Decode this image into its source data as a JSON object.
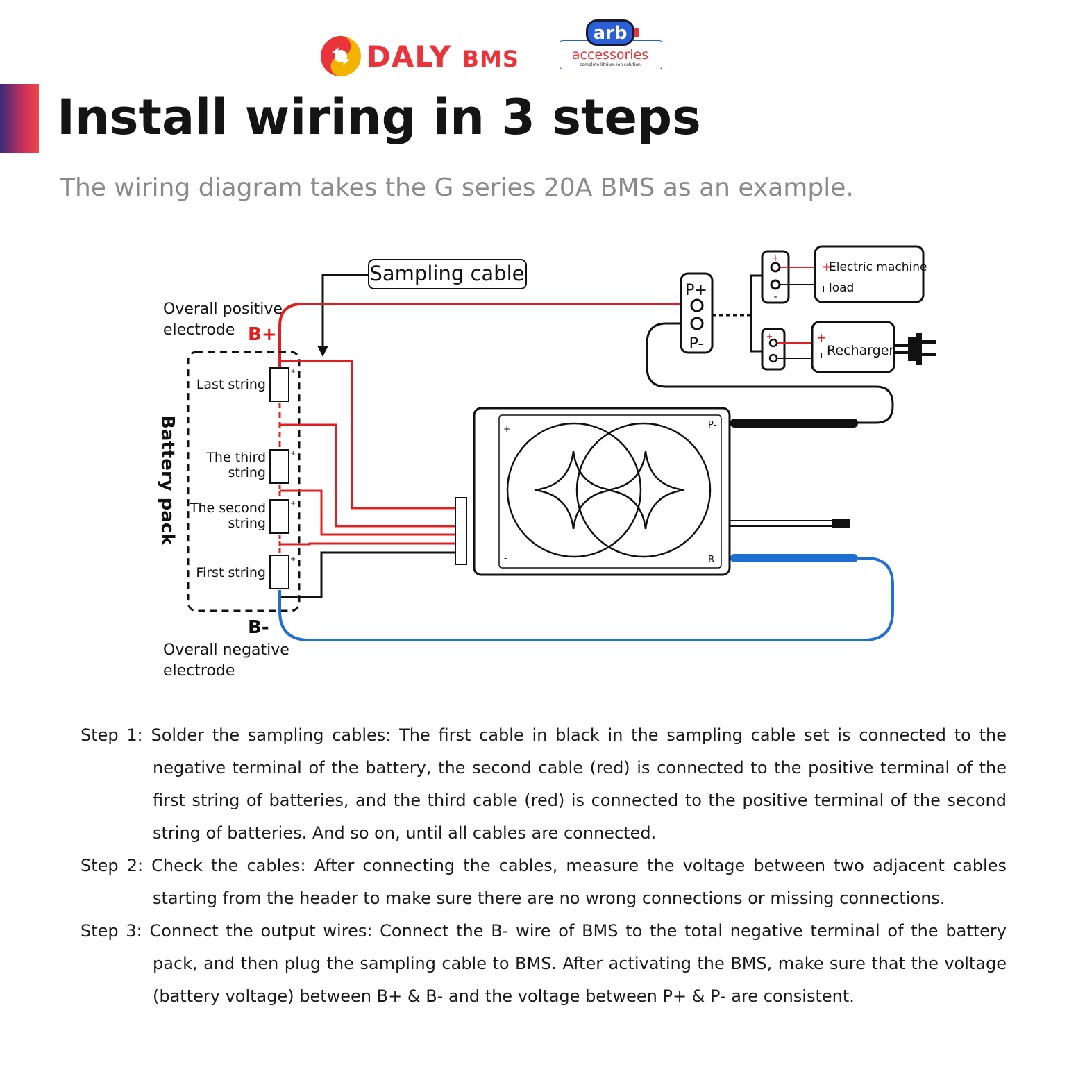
{
  "brand": {
    "daly_name": "DALY",
    "daly_suffix": "BMS",
    "arb_name": "arb",
    "arb_accessories": "accessories",
    "arb_tagline": "complete lithium-ion solution"
  },
  "header": {
    "title": "Install wiring in 3 steps",
    "subtitle": "The wiring diagram takes the G series 20A BMS as an example."
  },
  "diagram": {
    "sampling_cable": "Sampling cable",
    "overall_positive_1": "Overall positive",
    "overall_positive_2": "electrode",
    "b_plus": "B+",
    "b_minus": "B-",
    "overall_negative_1": "Overall negative",
    "overall_negative_2": "electrode",
    "battery_pack": "Battery pack",
    "last_string": "Last string",
    "third_string_1": "The third",
    "third_string_2": "string",
    "second_string_1": "The second",
    "second_string_2": "string",
    "first_string": "First string",
    "p_plus": "P+",
    "p_minus": "P-",
    "bms_plus": "+",
    "bms_minus": "-",
    "bms_p_minus": "P-",
    "bms_b_minus": "B-",
    "load_line_1": "Electric machine",
    "load_line_2": "load",
    "recharger": "Recharger",
    "plus_sign": "+",
    "minus_sign": "-"
  },
  "colors": {
    "red_wire": "#e02020",
    "blue_wire": "#1f6fd0",
    "black_wire": "#111111",
    "brand_red": "#e8343a",
    "brand_blue": "#2b5fd9"
  },
  "steps": [
    {
      "label": "Step 1:",
      "text": "Solder the sampling cables: The first cable in black in the sampling cable set is connected to the negative terminal of the battery, the second cable (red) is connected to the positive terminal of the first string of batteries, and the third cable (red) is connected to the positive terminal of the second string of batteries. And so on, until all cables are connected."
    },
    {
      "label": "Step 2:",
      "text": "Check the cables: After connecting the cables, measure the voltage between two adjacent cables starting from the header to make sure there are no wrong connections or missing connections."
    },
    {
      "label": "Step 3:",
      "text": "Connect the output wires: Connect the B- wire of BMS to the total negative terminal of the battery pack, and then plug the sampling cable to BMS. After activating the BMS, make sure that the voltage (battery voltage) between B+ & B- and the voltage between P+ & P- are consistent."
    }
  ]
}
